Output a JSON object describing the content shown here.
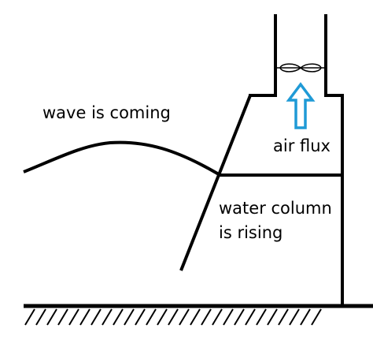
{
  "labels": {
    "wave": "wave is coming",
    "air": "air flux",
    "water_line1": "water column",
    "water_line2": "is rising"
  },
  "colors": {
    "stroke": "#000000",
    "arrow": "#1f9ad6",
    "background": "#ffffff"
  },
  "icons": {
    "turbine": "turbine-icon",
    "arrow": "arrow-up-icon"
  }
}
